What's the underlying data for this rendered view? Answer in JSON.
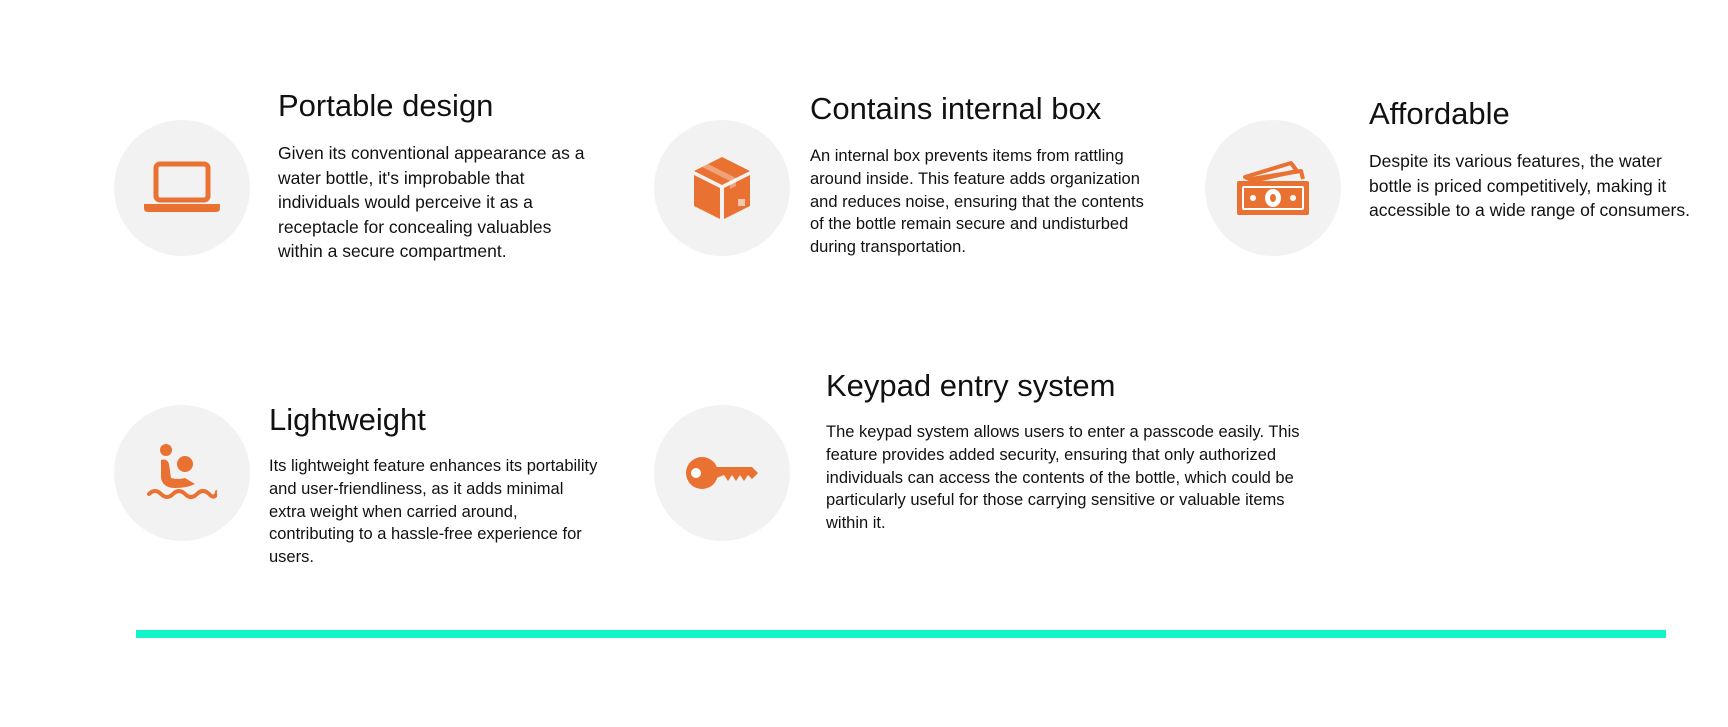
{
  "colors": {
    "icon": "#E97132",
    "icon_circle": "#F2F2F2",
    "accent_line": "#12F5C8",
    "text": "#111111"
  },
  "features": {
    "portable": {
      "icon": "laptop-icon",
      "title": "Portable design",
      "description": "Given its conventional appearance as a water bottle, it's improbable that individuals would perceive it as a receptacle for concealing valuables within a secure compartment."
    },
    "internal_box": {
      "icon": "box-icon",
      "title": "Contains internal box",
      "description": "An internal box prevents items from rattling around inside. This feature adds organization and reduces noise, ensuring that the contents of the bottle remain secure and undisturbed during transportation."
    },
    "affordable": {
      "icon": "money-icon",
      "title": "Affordable",
      "description": "Despite its various features, the water bottle is priced competitively, making it accessible to a wide range of consumers."
    },
    "lightweight": {
      "icon": "swimmer-icon",
      "title": "Lightweight",
      "description": "Its lightweight feature enhances its portability and user-friendliness, as it adds minimal extra weight when carried around, contributing to a hassle-free experience for users."
    },
    "keypad": {
      "icon": "key-icon",
      "title": "Keypad entry system",
      "description": "The keypad system allows users to enter a passcode easily. This feature provides added security, ensuring that only authorized individuals can access the contents of the bottle, which could be particularly useful for those carrying sensitive or valuable items within it."
    }
  }
}
